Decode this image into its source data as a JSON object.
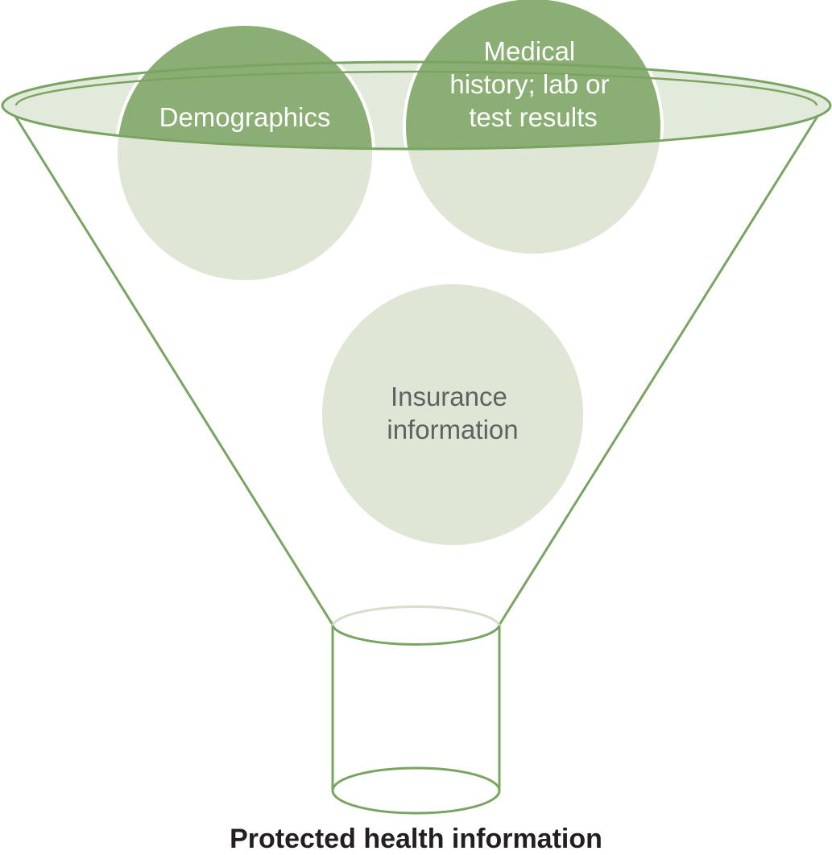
{
  "diagram": {
    "caption": "Protected health information",
    "circles": [
      {
        "id": "demographics",
        "lines": [
          "Demographics"
        ]
      },
      {
        "id": "medical",
        "lines": [
          "Medical",
          "history; lab or",
          "test results"
        ]
      },
      {
        "id": "insurance",
        "lines": [
          "Insurance",
          "information"
        ]
      }
    ],
    "colors": {
      "outline": "#7aa561",
      "dark_fill": "#8aae74",
      "light_fill": "#dfe6d5",
      "dark_text": "#ffffff",
      "light_text": "#5f6360",
      "caption_text": "#231f20"
    }
  }
}
